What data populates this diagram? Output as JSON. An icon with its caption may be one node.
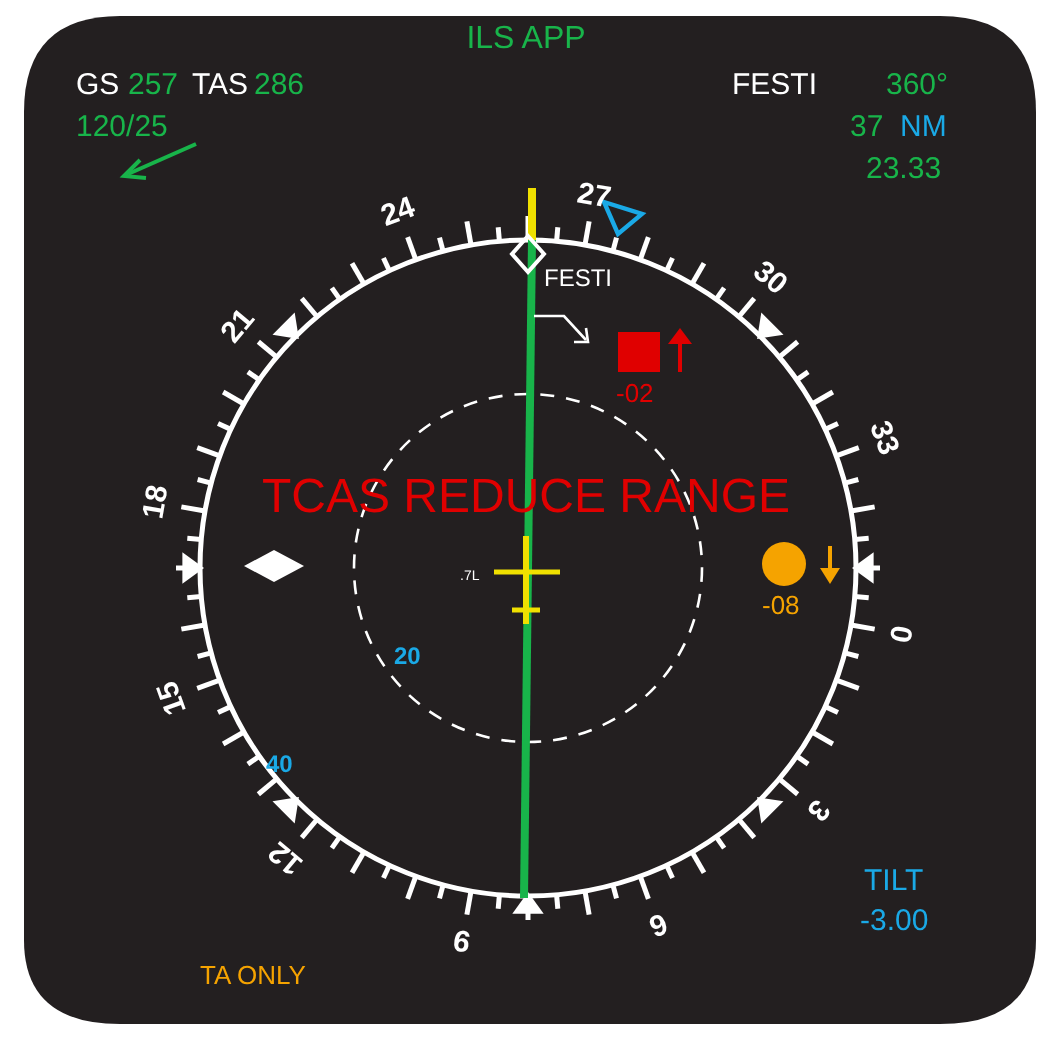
{
  "diagram": {
    "labels": [
      "ILS APP",
      "GS",
      "257",
      "TAS",
      "286",
      "FESTI",
      "360°",
      "120/25",
      "37",
      "NM",
      "23.33",
      "27",
      "24",
      "30",
      "FESTI",
      "21",
      "-02",
      "33",
      "18",
      "TCAS REDUCE RANGE",
      ".7L",
      "0",
      "-08",
      "20",
      "15",
      "40",
      "3",
      "12",
      "TILT",
      "9",
      "6",
      "-3.00",
      "TA ONLY"
    ]
  }
}
